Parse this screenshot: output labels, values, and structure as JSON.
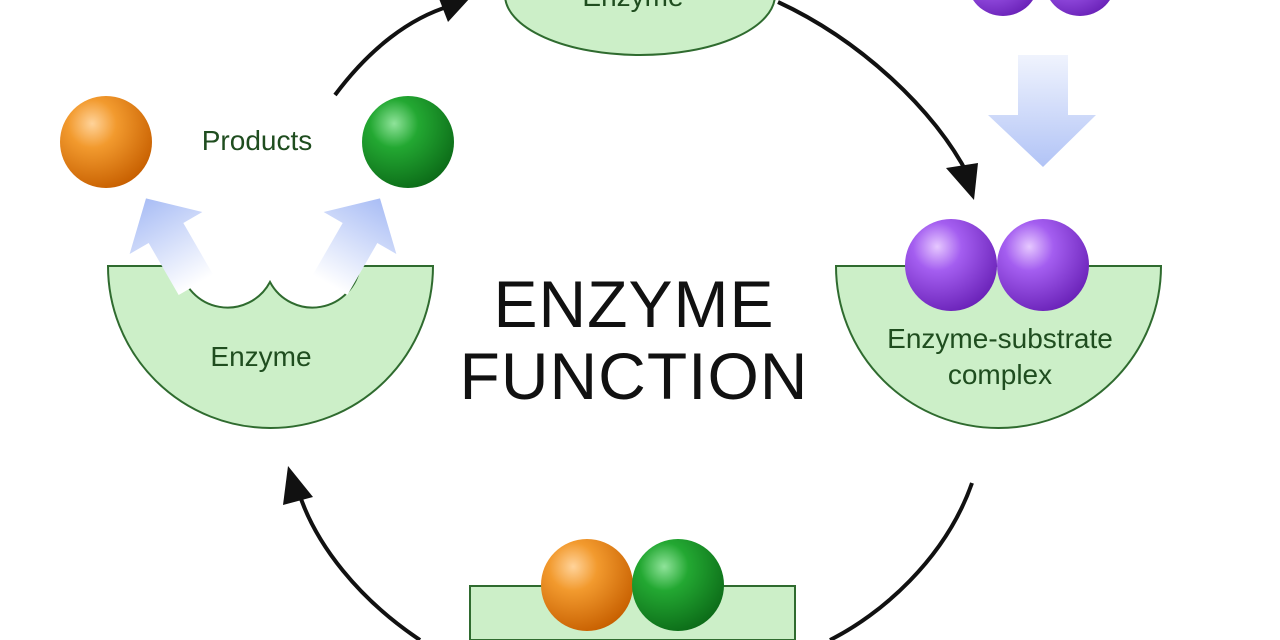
{
  "title_lines": [
    "ENZYME",
    "FUNCTION"
  ],
  "labels": {
    "top_enzyme": "Enzyme",
    "products": "Products",
    "left_enzyme": "Enzyme",
    "complex_line1": "Enzyme-substrate",
    "complex_line2": "complex"
  },
  "colors": {
    "enzyme_fill": "#ccefc8",
    "enzyme_outline": "#2f6b2f",
    "label_text": "#1f4d1f",
    "substrate_purple": "#9b4fe0",
    "product_orange": "#ef8b1f",
    "product_green": "#1f9a2e",
    "flow_arrow": "#b9c9f6",
    "cycle_arrow": "#111111"
  },
  "icons": [
    "orange-product-sphere",
    "green-product-sphere",
    "purple-substrate-sphere",
    "enzyme-bowl",
    "cycle-arrow",
    "flow-arrow"
  ]
}
